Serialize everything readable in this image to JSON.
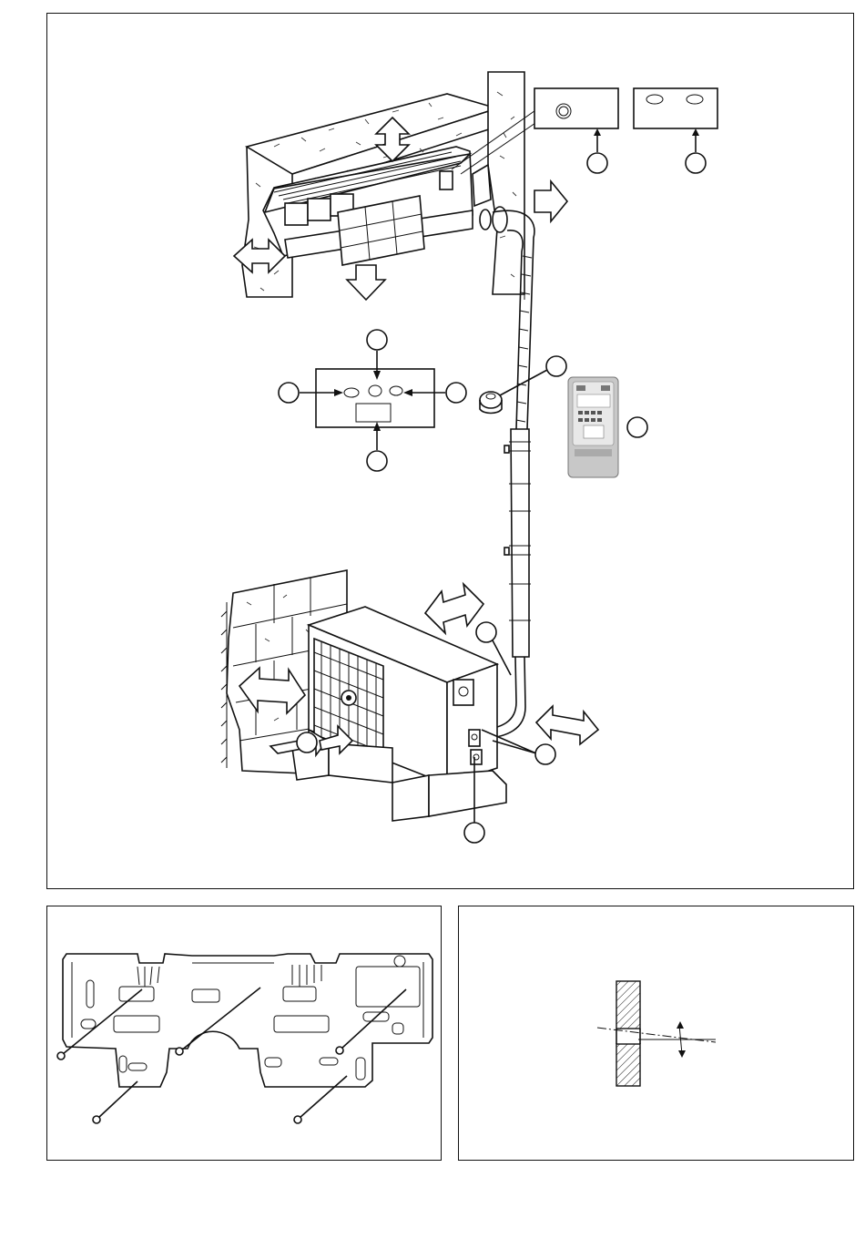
{
  "panels": {
    "main": "installation-overview",
    "left": "mounting-plate",
    "right": "wall-hole-slope"
  },
  "colors": {
    "line": "#111111",
    "background": "#ffffff",
    "remote_body": "#c8c8c8",
    "remote_face": "#e8e8e8"
  },
  "icons": {
    "callout": "circle-callout",
    "arrow": "hollow-arrow",
    "screw": "screw-icon"
  }
}
